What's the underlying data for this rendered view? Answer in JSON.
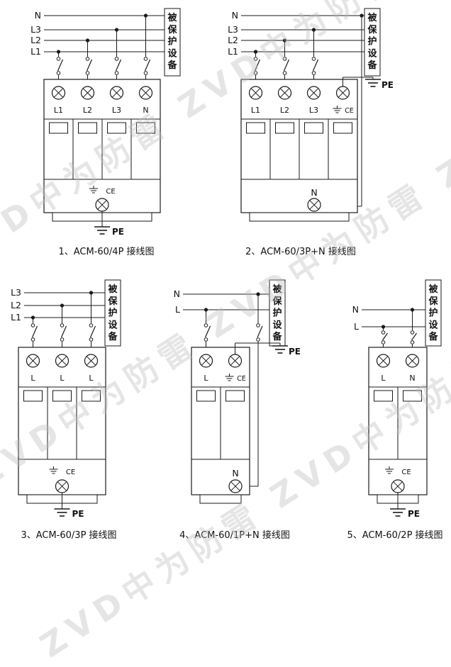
{
  "watermark": {
    "text": "ZVD中为防雷 ZVD中为防雷 ZVD中为防雷",
    "color": "#bcbcbc"
  },
  "labels": {
    "pe": "PE",
    "ce": "CE",
    "protected_device": "被保护设备"
  },
  "diagrams": [
    {
      "caption": "1、ACM-60/4P 接线图",
      "input_lines": [
        {
          "label": "N",
          "target": 3,
          "fuse": true
        },
        {
          "label": "L3",
          "target": 2,
          "fuse": true
        },
        {
          "label": "L2",
          "target": 1,
          "fuse": true
        },
        {
          "label": "L1",
          "target": 0,
          "fuse": true
        }
      ],
      "terminal_labels": [
        "L1",
        "L2",
        "L3",
        "N"
      ],
      "earth_terminal": -1,
      "bottom_label": "",
      "bottom_marks": "earth-ce",
      "pe_position": "bottom"
    },
    {
      "caption": "2、ACM-60/3P+N 接线图",
      "input_lines": [
        {
          "label": "N",
          "target": "bottom",
          "fuse": false
        },
        {
          "label": "L3",
          "target": 2,
          "fuse": true
        },
        {
          "label": "L2",
          "target": 1,
          "fuse": true
        },
        {
          "label": "L1",
          "target": 0,
          "fuse": true
        }
      ],
      "terminal_labels": [
        "L1",
        "L2",
        "L3",
        ""
      ],
      "earth_terminal": 3,
      "bottom_label": "N",
      "bottom_marks": "none",
      "pe_position": "top-right"
    },
    {
      "caption": "3、ACM-60/3P 接线图",
      "input_lines": [
        {
          "label": "L3",
          "target": 2,
          "fuse": true
        },
        {
          "label": "L2",
          "target": 1,
          "fuse": true
        },
        {
          "label": "L1",
          "target": 0,
          "fuse": true
        }
      ],
      "terminal_labels": [
        "L",
        "L",
        "L"
      ],
      "earth_terminal": -1,
      "bottom_label": "",
      "bottom_marks": "earth-ce",
      "pe_position": "bottom"
    },
    {
      "caption": "4、ACM-60/1P+N 接线图",
      "input_lines": [
        {
          "label": "N",
          "target": "bottom",
          "fuse": true
        },
        {
          "label": "L",
          "target": 0,
          "fuse": true
        }
      ],
      "terminal_labels": [
        "L",
        ""
      ],
      "earth_terminal": 1,
      "bottom_label": "N",
      "bottom_marks": "none",
      "pe_position": "top-right"
    },
    {
      "caption": "5、ACM-60/2P 接线图",
      "input_lines": [
        {
          "label": "N",
          "target": 1,
          "fuse": true
        },
        {
          "label": "L",
          "target": 0,
          "fuse": true
        }
      ],
      "terminal_labels": [
        "L",
        "N"
      ],
      "earth_terminal": -1,
      "bottom_label": "",
      "bottom_marks": "earth-ce",
      "pe_position": "bottom"
    }
  ]
}
